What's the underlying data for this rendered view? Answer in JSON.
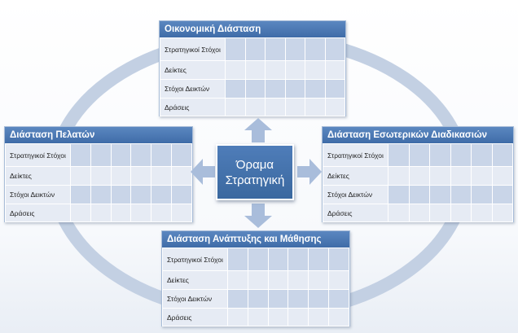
{
  "center": {
    "line1": "Όραμα",
    "line2": "Στρατηγική"
  },
  "row_labels": [
    "Στρατηγικοί Στόχοι",
    "Δείκτες",
    "Στόχοι Δεικτών",
    "Δράσεις"
  ],
  "perspectives": {
    "financial": {
      "title": "Οικονομική Διάσταση"
    },
    "customer": {
      "title": "Διάσταση Πελατών"
    },
    "internal": {
      "title": "Διάσταση Εσωτερικών Διαδικασιών"
    },
    "learning": {
      "title": "Διάσταση Ανάπτυξης και Μάθησης"
    }
  },
  "colors": {
    "header": "#4a78b4",
    "ring": "#c3d0e3",
    "arrow": "#a9bddb",
    "cell_dark": "#c9d5e8",
    "cell_light": "#e6ebf4"
  }
}
